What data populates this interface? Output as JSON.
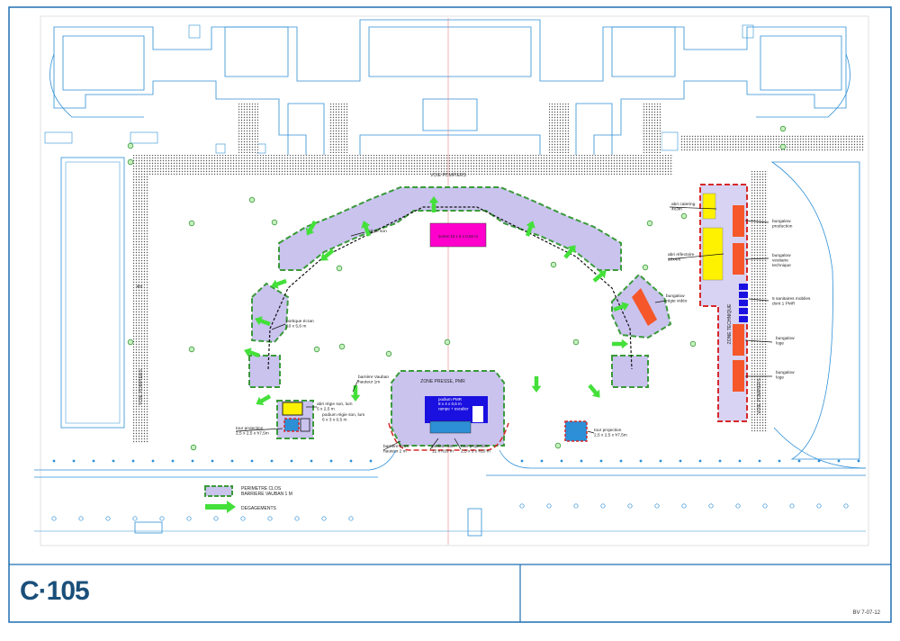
{
  "site": {
    "road_label": "VOIE POMPIERS",
    "road_label_left": "VOIE POMPIERS",
    "road_label_right": "VOIE POMPIERS",
    "width_mark": "4m"
  },
  "stage": {
    "label": "scène 10 x 5 x 0,60 m"
  },
  "tourney": {
    "label": "ZONE PRESSE, PMR",
    "podium_label": "podium PMR\n8 x 4 x 0,6 m\nrampe + escalier"
  },
  "zone_technique": {
    "label": "ZONE TECHNIQUE"
  },
  "annotations": [
    {
      "id": "regie_son",
      "text": "régie son"
    },
    {
      "id": "portique",
      "text": "portique écran\n10 x 5,6 m"
    },
    {
      "id": "barriere_vauban",
      "text": "barrière Vauban\nhauteur 1m"
    },
    {
      "id": "abri_regie",
      "text": "abri régie son, lum\n5 x 2,5 m"
    },
    {
      "id": "podium_regie",
      "text": "podium régie son, lum\n6 x 3 x 0,5 m"
    },
    {
      "id": "tour_proj_left",
      "text": "tour projection\n2,5 x 2,5 x h7,5m"
    },
    {
      "id": "barriere_eras",
      "text": "barrière Eras\nhauteur 2 m"
    },
    {
      "id": "podium_lum",
      "text": "podium lum\n12 x h10 m"
    },
    {
      "id": "tour_proj_center",
      "text": "tour projection\n2,5 x 5 x h10 m"
    },
    {
      "id": "tour_proj_right",
      "text": "tour projection\n2,5 x 2,5 x h7,5m"
    },
    {
      "id": "bungalow_video",
      "text": "bungalow\nrégie vidéo"
    },
    {
      "id": "abri_catering",
      "text": "abri catering\n4x3m"
    },
    {
      "id": "abri_refectoire",
      "text": "abri réfectoire\n10x4m"
    },
    {
      "id": "bungalow_prod",
      "text": "bungalow\nproduction"
    },
    {
      "id": "bungalow_vest",
      "text": "bungalow\nvestiaire\ntechnique"
    },
    {
      "id": "sanitaires",
      "text": "5 sanitaires mobiles\ndont 1 PMR"
    },
    {
      "id": "bungalow_loge1",
      "text": "bungalow\nloge"
    },
    {
      "id": "bungalow_loge2",
      "text": "bungalow\nloge"
    }
  ],
  "legend": {
    "perimetre": "PERIMETRE CLOS\nBARRIERE VAUBAN 1 M",
    "degagements": "DEGAGEMENTS"
  },
  "title_block": {
    "logo": "C·105",
    "reference": "BV 7-07-12"
  },
  "colors": {
    "enclosure_fill": "#c9c3ee",
    "enclosure_border": "#3a9a3a",
    "zone_border": "#d62828",
    "arrow": "#44e03a",
    "stage": "#ff00cc",
    "bungalow": "#f5572a",
    "abri": "#fff200",
    "sanitaire": "#1a10e0",
    "podium": "#1a10e0",
    "building_line": "#2d8fd6",
    "hatch": "#8a8a8a"
  }
}
